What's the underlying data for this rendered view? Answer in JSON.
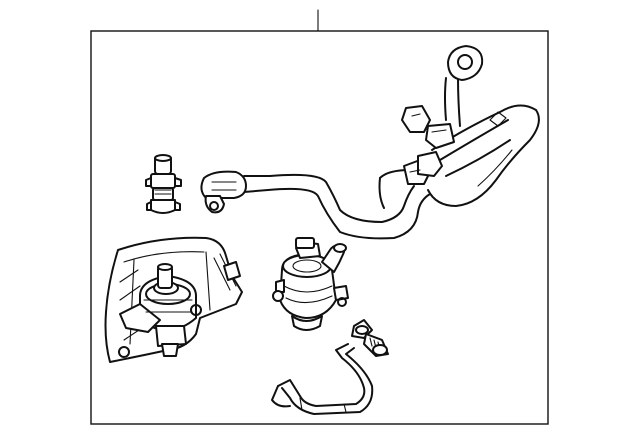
{
  "diagram": {
    "style": "line-art",
    "stroke_color": "#111111",
    "background_color": "#ffffff",
    "labels": [],
    "parts": [
      {
        "id": "coolant-pipe-assembly",
        "icon": "coolant-pipe-icon"
      },
      {
        "id": "hose-connector",
        "icon": "connector-icon"
      },
      {
        "id": "auxiliary-pump-with-bracket",
        "icon": "pump-bracket-icon"
      },
      {
        "id": "electric-water-pump",
        "icon": "water-pump-icon"
      },
      {
        "id": "mounting-bolt",
        "icon": "bolt-icon"
      },
      {
        "id": "retaining-clip",
        "icon": "clip-icon"
      }
    ]
  }
}
